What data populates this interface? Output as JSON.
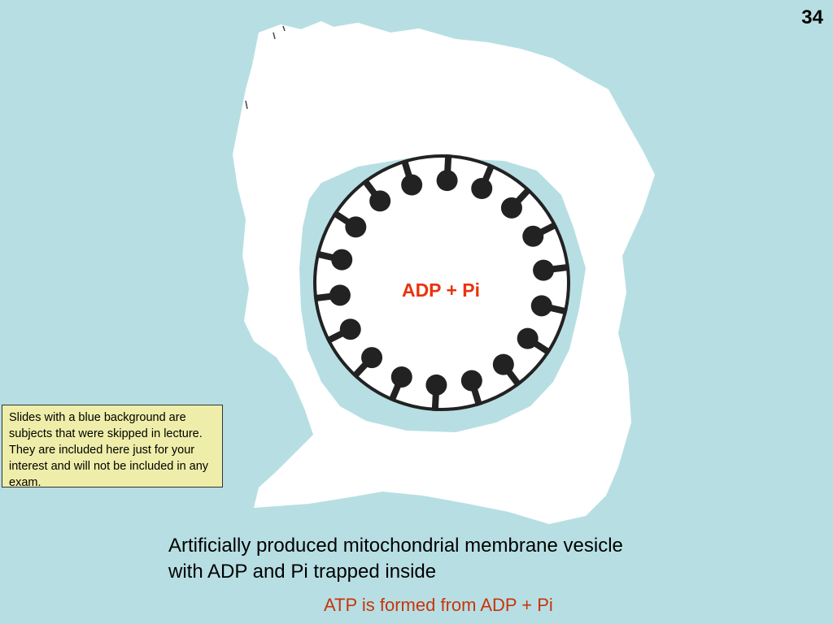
{
  "slide": {
    "page_number": "34",
    "colors": {
      "background": "#b7dfe3",
      "cutout": "#ffffff",
      "membrane": "#222222",
      "label_red": "#e8330e",
      "result_red": "#c8340c",
      "note_bg": "#eeeeaa"
    }
  },
  "note": {
    "text": "Slides with a blue background are subjects that were skipped in lecture. They are included here just for your interest and will not be included in any exam."
  },
  "diagram": {
    "inside_label": "ADP + Pi"
  },
  "caption": {
    "line1": "Artificially produced mitochondrial membrane vesicle",
    "line2": "with ADP and Pi trapped inside"
  },
  "result": {
    "text": "ATP is formed from ADP + Pi"
  }
}
